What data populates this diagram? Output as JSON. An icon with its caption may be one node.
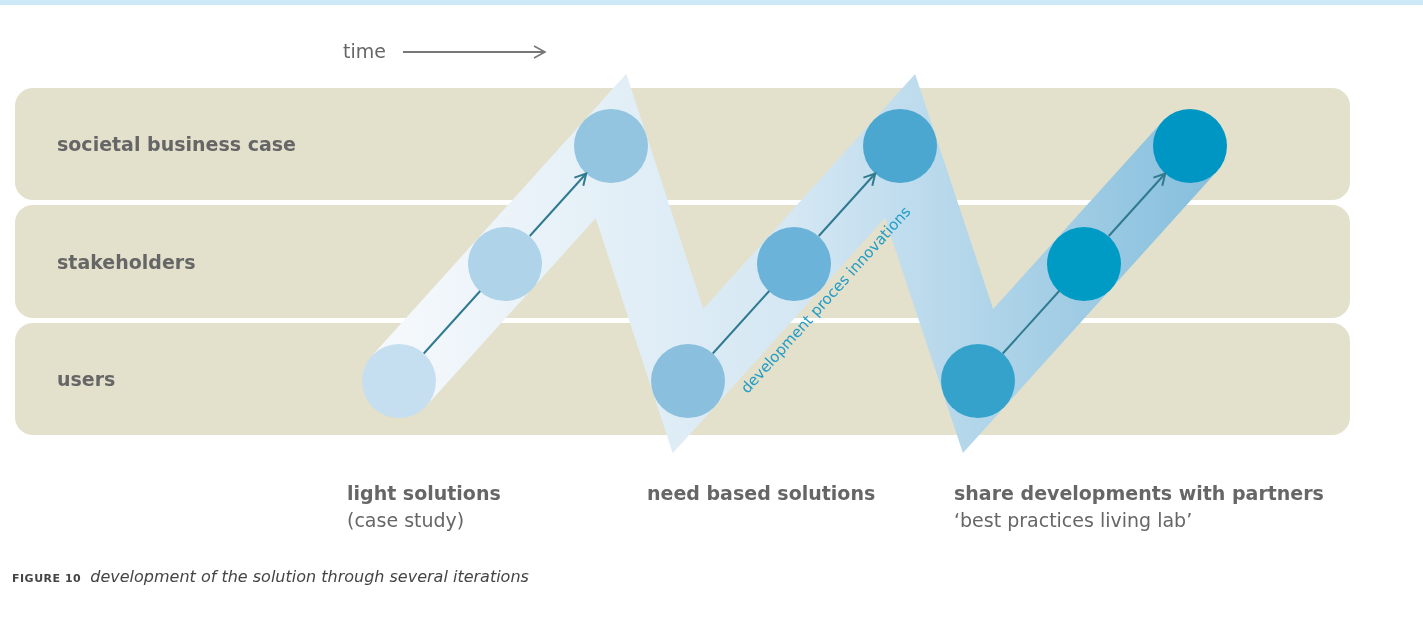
{
  "diagram": {
    "caption": "**FIGURE 10** *development of the solution through several iterations*",
    "nodes": [
      {
        "text": [
          "societal business case"
        ]
      },
      {
        "text": [
          "stakeholders"
        ]
      },
      {
        "text": [
          "users"
        ]
      },
      {
        "text": [],
        "shape": "circle",
        "in": 2
      },
      {
        "text": [],
        "shape": "circle",
        "in": 1
      },
      {
        "text": [],
        "shape": "circle",
        "in": 0
      },
      {
        "text": [],
        "shape": "circle",
        "in": 2
      },
      {
        "text": [],
        "shape": "circle",
        "in": 1
      },
      {
        "text": [],
        "shape": "circle",
        "in": 0
      },
      {
        "text": [],
        "shape": "circle",
        "in": 2
      },
      {
        "text": [],
        "shape": "circle",
        "in": 1
      },
      {
        "text": [],
        "shape": "circle",
        "in": 0
      }
    ],
    "edges": [
      {
        "from": 3,
        "to": 4,
        "arrow": "none"
      },
      {
        "from": 4,
        "to": 5,
        "arrow": "to"
      },
      {
        "from": 6,
        "to": 7,
        "arrow": "none"
      },
      {
        "from": 7,
        "to": 8,
        "arrow": "to"
      },
      {
        "from": 9,
        "to": 10,
        "arrow": "none"
      },
      {
        "from": 10,
        "to": 11,
        "arrow": "to"
      }
    ],
    "labels": [
      "time",
      "development proces innovations",
      "light solutions",
      "(case study)",
      "need based solutions",
      "share developments with partners",
      "‘best practices living lab’"
    ]
  }
}
